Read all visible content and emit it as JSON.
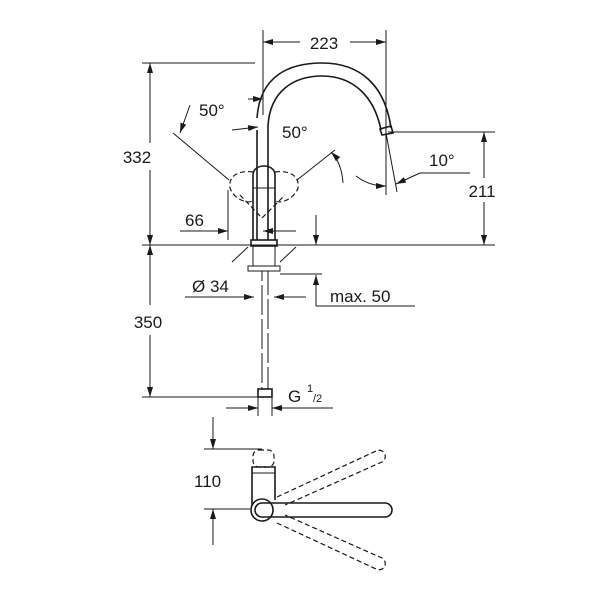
{
  "drawing": {
    "dimensions": {
      "spout_reach": "223",
      "total_height": "332",
      "outlet_height": "211",
      "handle_angle_left": "50°",
      "handle_angle_right": "50°",
      "spout_angle": "10°",
      "handle_offset": "66",
      "shank_diameter": "Ø 34",
      "max_counter_thickness": "max. 50",
      "hose_length": "350",
      "connection_thread": "G",
      "thread_num": "1",
      "thread_den": "/2",
      "plan_depth": "110"
    }
  }
}
